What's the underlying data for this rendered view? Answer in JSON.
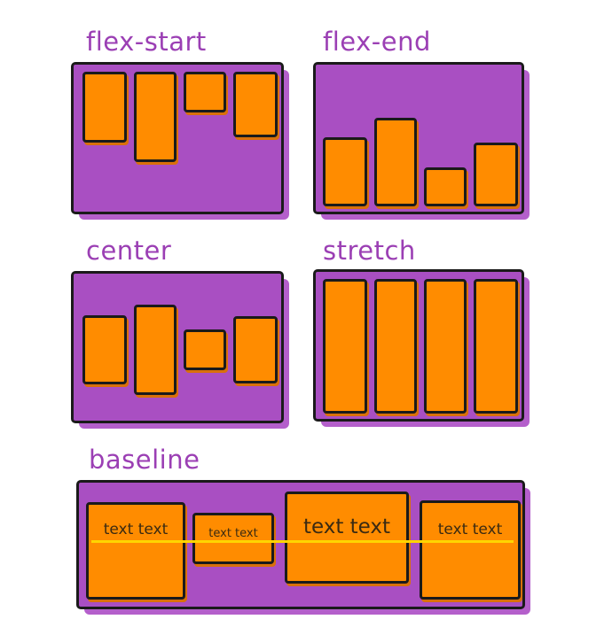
{
  "panels": {
    "flex_start": {
      "title": "flex-start"
    },
    "flex_end": {
      "title": "flex-end"
    },
    "center": {
      "title": "center"
    },
    "stretch": {
      "title": "stretch"
    },
    "baseline": {
      "title": "baseline",
      "items": [
        "text text",
        "text text",
        "text text",
        "text text"
      ]
    }
  },
  "colors": {
    "title": "#9b3fb4",
    "container": "#a94fc2",
    "item": "#ff8c00",
    "outline": "#1a1a1a",
    "baseline_line": "#ffd400"
  }
}
